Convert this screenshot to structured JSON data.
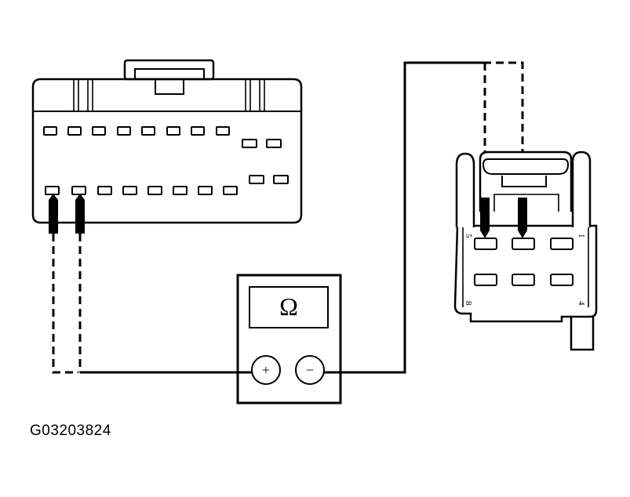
{
  "figure": {
    "id": "G03203824"
  },
  "meter": {
    "display_symbol": "Ω",
    "positive_label": "+",
    "negative_label": "−"
  },
  "connector_right": {
    "pin_labels": {
      "top_left": "5",
      "top_right": "1",
      "bottom_left": "8",
      "bottom_right": "4"
    }
  },
  "colors": {
    "line": "#000000",
    "background": "#ffffff"
  }
}
